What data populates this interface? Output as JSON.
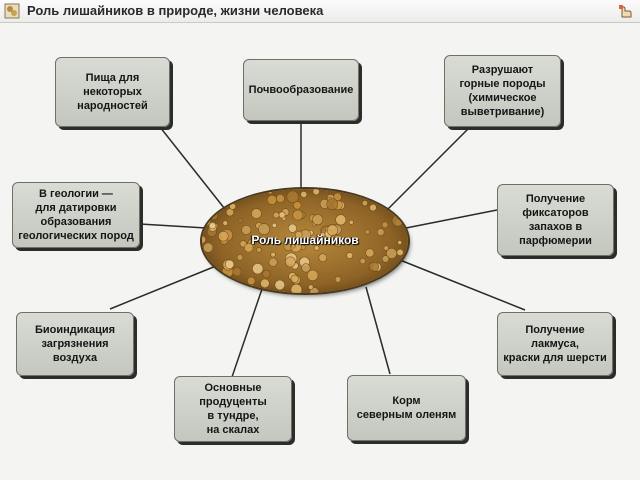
{
  "window": {
    "title": "Роль лишайников в природе, жизни человека",
    "app_icon": "lichen-thumbnail-icon",
    "corner_icon": "hand-pointer-icon"
  },
  "diagram": {
    "center_label": "Роль лишайников",
    "nodes": [
      {
        "id": "food",
        "text": "Пища для\nнекоторых\nнародностей"
      },
      {
        "id": "soil",
        "text": "Почвообразование"
      },
      {
        "id": "rocks",
        "text": "Разрушают\nгорные породы\n(химическое\nвыветривание)"
      },
      {
        "id": "geology",
        "text": "В геологии —\nдля датировки\nобразования\nгеологических пород"
      },
      {
        "id": "perfume",
        "text": "Получение\nфиксаторов\nзапахов в\nпарфюмерии"
      },
      {
        "id": "bioindication",
        "text": "Биоиндикация\nзагрязнения\nвоздуха"
      },
      {
        "id": "litmus",
        "text": "Получение\nлакмуса,\nкраски для шерсти"
      },
      {
        "id": "producers",
        "text": "Основные\nпродуценты\nв тундре,\nна скалах"
      },
      {
        "id": "reindeer",
        "text": "Корм\nсеверным оленям"
      }
    ]
  },
  "colors": {
    "box_fill": "#cfd2ca",
    "line": "#2b2b2b",
    "center_text": "#ffffff"
  }
}
